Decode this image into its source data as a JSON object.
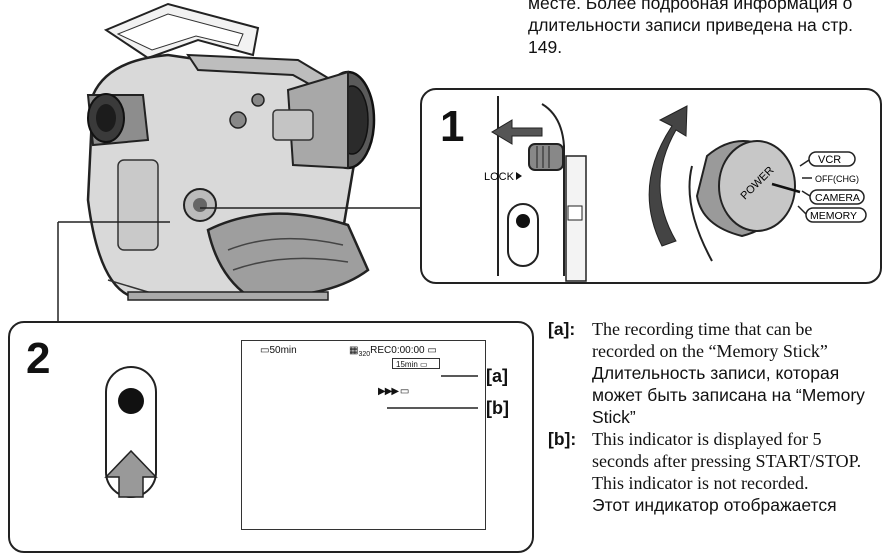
{
  "top_text": {
    "line1": "месте. Более подробная информация о",
    "line2": "длительности записи приведена на стр.",
    "line3": "149."
  },
  "panel1": {
    "step": "1",
    "lock_label": "LOCK",
    "power_label": "POWER",
    "modes": [
      "VCR",
      "OFF(CHG)",
      "CAMERA",
      "MEMORY"
    ]
  },
  "panel2": {
    "step": "2",
    "lcd": {
      "battery": "50min",
      "record_status": "REC0:00:00",
      "size": "320",
      "remaining": "15min",
      "arrows": "▶▶▶"
    },
    "callout_a": "[a]",
    "callout_b": "[b]"
  },
  "notes": {
    "a": {
      "label": "[a]:",
      "en_line1": "The recording time that can be",
      "en_line2": "recorded on the “Memory Stick”",
      "ru_line1": "Длительность записи, которая",
      "ru_line2": "может быть записана на “Memory",
      "ru_line3": "Stick”"
    },
    "b": {
      "label": "[b]:",
      "en_line1": "This indicator is displayed for 5",
      "en_line2": "seconds after pressing START/STOP.",
      "en_line3": "This indicator is not recorded.",
      "ru_line1": "Этот индикатор отображается"
    }
  }
}
